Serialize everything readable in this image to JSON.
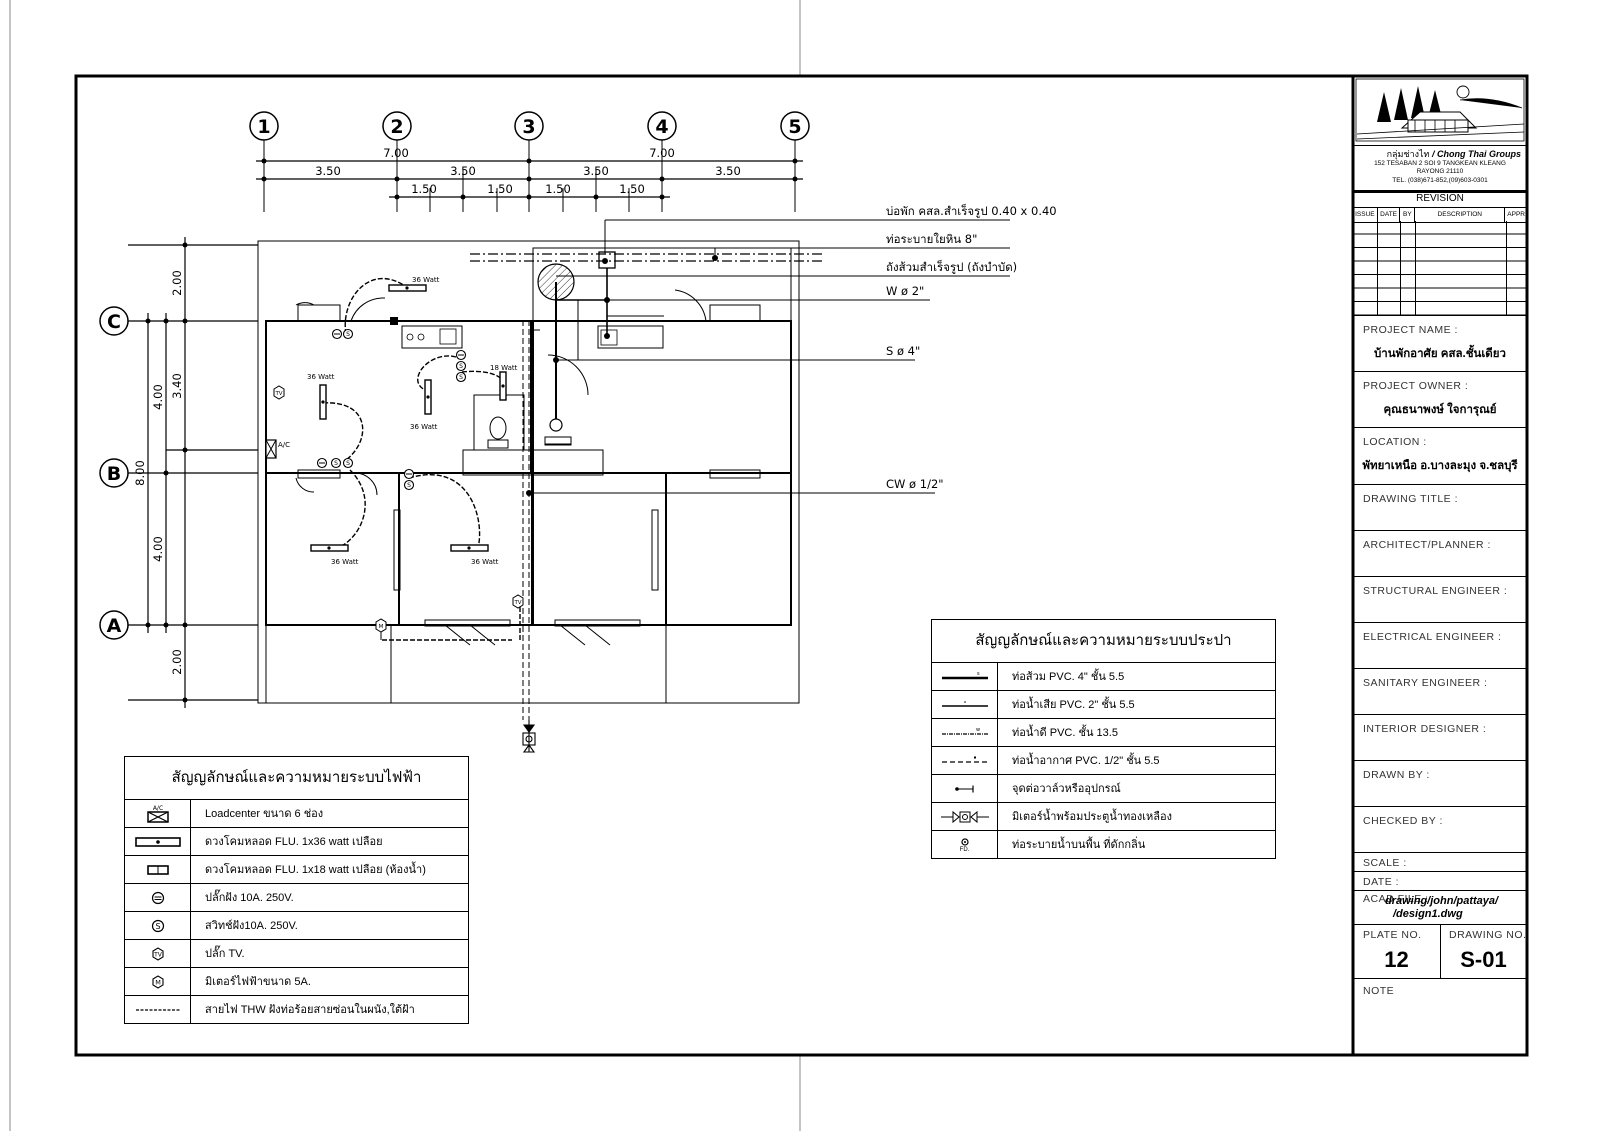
{
  "grid": {
    "columns": [
      "1",
      "2",
      "3",
      "4",
      "5"
    ],
    "rows": [
      "C",
      "B",
      "A"
    ],
    "dims_top_major": [
      "7.00",
      "7.00"
    ],
    "dims_top_mid": [
      "3.50",
      "3.50",
      "3.50",
      "3.50"
    ],
    "dims_top_minor": [
      "1.50",
      "1.50",
      "1.50",
      "1.50"
    ],
    "dims_left_outer": "8.00",
    "dims_left_mid": [
      "4.00",
      "4.00"
    ],
    "dims_left_inner": [
      "2.00",
      "3.40",
      "2.00"
    ]
  },
  "plan_labels": {
    "lamp_36": "36 Watt",
    "lamp_18": "18 Watt",
    "ac": "A/C"
  },
  "callouts": [
    "บ่อพัก คสล.สำเร็จรูป 0.40 x 0.40",
    "ท่อระบายใยหิน 8\"",
    "ถังส้วมสำเร็จรูป (ถังบำบัด)",
    "W ø 2\"",
    "S ø 4\"",
    "CW ø 1/2\""
  ],
  "electrical_legend": {
    "title": "สัญญลักษณ์และความหมายระบบไฟฟ้า",
    "items": [
      {
        "icon": "loadcenter-symbol",
        "label": "Loadcenter ขนาด 6 ช่อง"
      },
      {
        "icon": "fluorescent-36w-symbol",
        "label": "ดวงโคมหลอด FLU. 1x36 watt เปลือย"
      },
      {
        "icon": "fluorescent-18w-symbol",
        "label": "ดวงโคมหลอด FLU. 1x18 watt เปลือย (ห้องน้ำ)"
      },
      {
        "icon": "outlet-symbol",
        "label": "ปลั๊กฝัง 10A. 250V."
      },
      {
        "icon": "switch-symbol",
        "label": "สวิทช์ฝัง10A. 250V."
      },
      {
        "icon": "tv-outlet-symbol",
        "label": "ปลั๊ก TV."
      },
      {
        "icon": "meter-symbol",
        "label": "มิเตอร์ไฟฟ้าขนาด 5A."
      },
      {
        "icon": "wire-symbol",
        "label": "สายไฟ THW ฝังท่อร้อยสายซ่อนในผนัง,ใต้ฝ้า"
      }
    ]
  },
  "plumbing_legend": {
    "title": "สัญญลักษณ์และความหมายระบบประปา",
    "items": [
      {
        "icon": "pvc-4-symbol",
        "code": "",
        "label": "ท่อส้วม PVC. 4\" ชั้น 5.5"
      },
      {
        "icon": "pvc-2-symbol",
        "code": "",
        "label": "ท่อน้ำเสีย PVC. 2\" ชั้น 5.5"
      },
      {
        "icon": "pvc-clean-symbol",
        "code": "",
        "label": "ท่อน้ำดี PVC. ชั้น 13.5"
      },
      {
        "icon": "pvc-air-symbol",
        "code": "",
        "label": "ท่อน้ำอากาศ PVC. 1/2\" ชั้น 5.5"
      },
      {
        "icon": "valve-point-symbol",
        "code": "",
        "label": "จุดต่อวาล์วหรืออุปกรณ์"
      },
      {
        "icon": "water-meter-symbol",
        "code": "",
        "label": "มิเตอร์น้ำพร้อมประตูน้ำทองเหลือง"
      },
      {
        "icon": "floor-drain-symbol",
        "code": "FD.",
        "label": "ท่อระบายน้ำบนพื้น ที่ดักกลิ่น"
      }
    ]
  },
  "title_block": {
    "company_th": "กลุ่มช่างไท",
    "company_en": "/ Chong Thai Groups",
    "address1": "152 TESABAN 2 SOI 9 TANGKEAN KLEANG",
    "address2": "RAYONG 21110",
    "tel": "TEL. (038)671-852,(09)603-0301",
    "revision_title": "REVISION",
    "revision_cols": [
      "ISSUE",
      "DATE",
      "BY",
      "DESCRIPTION",
      "APPR"
    ],
    "project_name_label": "PROJECT  NAME  :",
    "project_name": "บ้านพักอาศัย คสล.ชั้นเดียว",
    "project_owner_label": "PROJECT  OWNER  :",
    "project_owner": "คุณธนาพงษ์ ใจการุณย์",
    "location_label": "LOCATION  :",
    "location": "พัทยาเหนือ อ.บางละมุง จ.ชลบุรี",
    "drawing_title_label": "DRAWING  TITLE  :",
    "architect_label": "ARCHITECT/PLANNER  :",
    "structural_label": "STRUCTURAL  ENGINEER  :",
    "electrical_label": "ELECTRICAL  ENGINEER  :",
    "sanitary_label": "SANITARY  ENGINEER  :",
    "interior_label": "INTERIOR  DESIGNER  :",
    "drawn_label": "DRAWN  BY  :",
    "checked_label": "CHECKED  BY  :",
    "scale_label": "SCALE  :",
    "date_label": "DATE  :",
    "acad_label": "ACAD  FILE  :",
    "acad_file1": "drawing/john/pattaya/",
    "acad_file2": "/design1.dwg",
    "plate_label": "PLATE  NO.",
    "drawing_no_label": "DRAWING  NO.",
    "plate_no": "12",
    "drawing_no": "S-01",
    "note_label": "NOTE"
  }
}
